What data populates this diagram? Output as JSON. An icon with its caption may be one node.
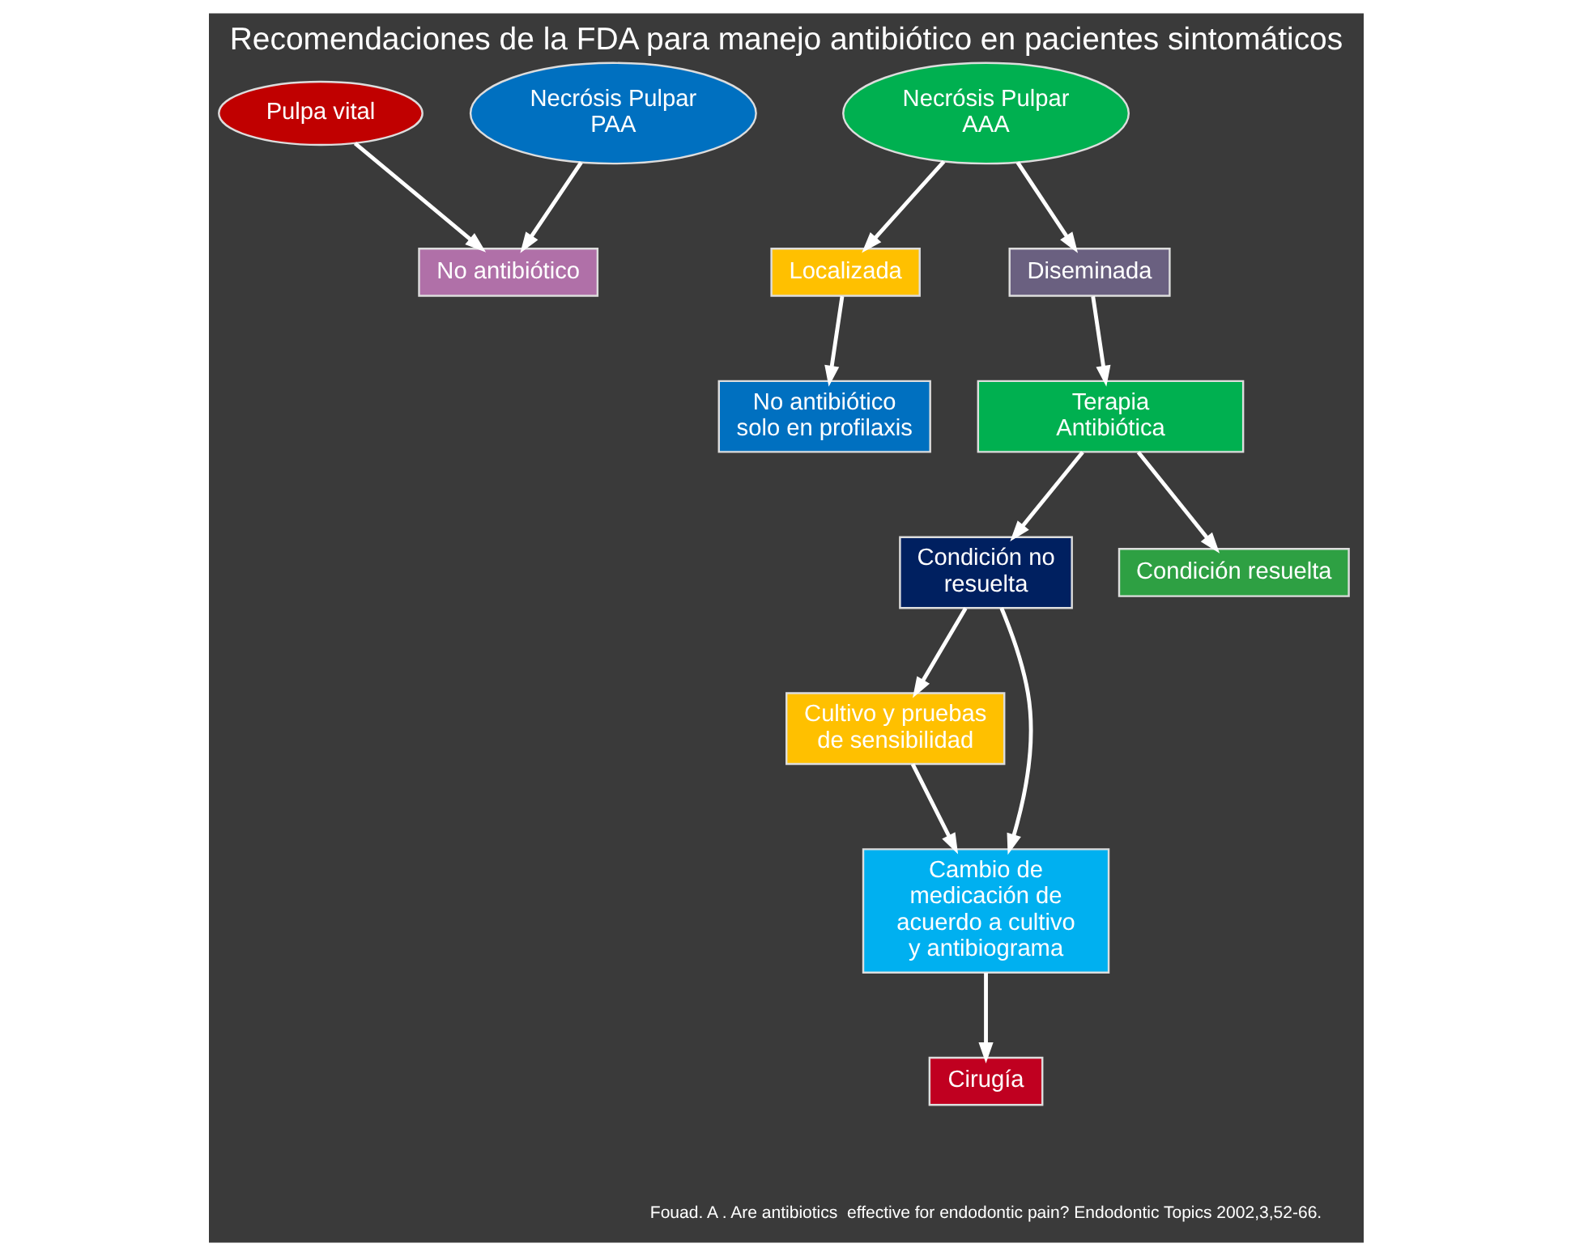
{
  "diagram": {
    "title": "Recomendaciones de la FDA para manejo antibiótico en pacientes sintomáticos",
    "caption": "Fouad. A . Are antibiotics  effective for endodontic pain? Endodontic Topics 2002,3,52-66.",
    "nodes": [
      {
        "text": [
          "Pulpa vital"
        ]
      },
      {
        "text": [
          "No antibiótico"
        ]
      },
      {
        "text": [
          "Necrósis Pulpar PAA"
        ]
      },
      {
        "text": [
          "No antibiótico solo en profilaxis"
        ]
      },
      {
        "text": [
          "Localizada"
        ]
      },
      {
        "text": [
          "Terapia Antibiótica"
        ]
      },
      {
        "text": [
          "Necrósis Pulpar AAA"
        ]
      },
      {
        "text": [
          "Diseminada"
        ]
      },
      {
        "text": [
          "Condición no resuelta"
        ]
      },
      {
        "text": [
          "Condición resuelta"
        ]
      },
      {
        "text": [
          "Cultivo y pruebas de sensibilidad"
        ]
      },
      {
        "text": [
          "Cambio de medicación de acuerdo a cultivo y antibiograma"
        ]
      },
      {
        "text": [
          "Cirugía"
        ]
      }
    ],
    "edges": [
      {
        "from": 0,
        "to": 1,
        "arrow": "to"
      },
      {
        "from": 2,
        "to": 1,
        "arrow": "to"
      },
      {
        "from": 4,
        "to": 3,
        "arrow": "to"
      },
      {
        "from": 6,
        "to": 4,
        "arrow": "to"
      },
      {
        "from": 6,
        "to": 7,
        "arrow": "to"
      },
      {
        "from": 7,
        "to": 5,
        "arrow": "to"
      },
      {
        "from": 5,
        "to": 8,
        "arrow": "to"
      },
      {
        "from": 5,
        "to": 9,
        "arrow": "to"
      },
      {
        "from": 8,
        "to": 10,
        "arrow": "to"
      },
      {
        "from": 8,
        "to": 11,
        "arrow": "to"
      },
      {
        "from": 10,
        "to": 11,
        "arrow": "to"
      },
      {
        "from": 11,
        "to": 12,
        "arrow": "to"
      }
    ]
  }
}
